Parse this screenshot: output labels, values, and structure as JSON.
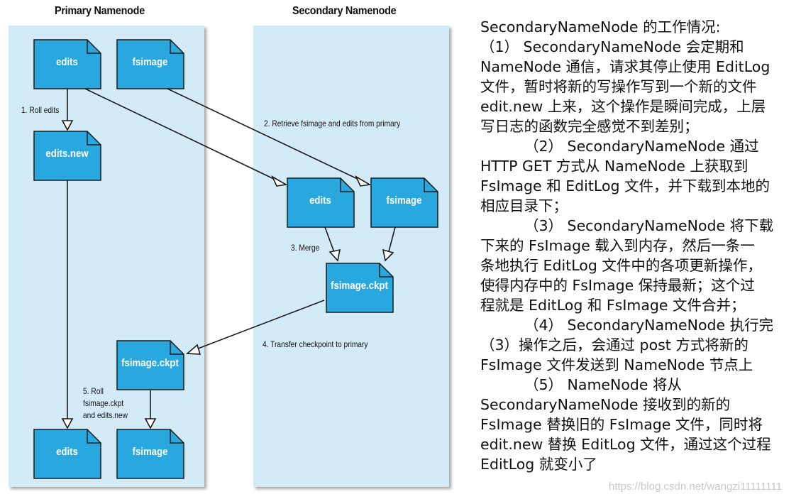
{
  "diagram": {
    "primary_title": "Primary Namenode",
    "secondary_title": "Secondary Namenode",
    "files": {
      "edits": "edits",
      "fsimage": "fsimage",
      "edits_new": "edits.new",
      "sec_edits": "edits",
      "sec_fsimage": "fsimage",
      "sec_ckpt": "fsimage.ckpt",
      "prim_ckpt": "fsimage.ckpt",
      "final_edits": "edits",
      "final_fsimage": "fsimage"
    },
    "steps": {
      "roll_edits": "1. Roll edits",
      "retrieve": "2. Retrieve fsimage and edits from primary",
      "merge": "3. Merge",
      "transfer": "4. Transfer checkpoint to primary",
      "roll_ckpt_1": "5. Roll",
      "roll_ckpt_2": "fsimage.ckpt",
      "roll_ckpt_3": "and edits.new"
    },
    "colors": {
      "file_fill": "#29a8e0",
      "panel_fill": "#d3ebf6"
    }
  },
  "description": {
    "lines": [
      "SecondaryNameNode 的工作情况:",
      "（1） SecondaryNameNode 会定期和",
      "NameNode 通信，请求其停止使用 EditLog",
      "文件，暂时将新的写操作写到一个新的文件",
      "edit.new 上来，这个操作是瞬间完成，上层",
      "写日志的函数完全感觉不到差别；",
      "（2） SecondaryNameNode 通过",
      "HTTP GET 方式从 NameNode 上获取到",
      "FsImage 和 EditLog 文件，并下载到本地的",
      "相应目录下；",
      "（3） SecondaryNameNode 将下载",
      "下来的 FsImage 载入到内存，然后一条一",
      "条地执行 EditLog 文件中的各项更新操作，",
      "使得内存中的 FsImage 保持最新；这个过",
      "程就是 EditLog 和 FsImage 文件合并；",
      "（4） SecondaryNameNode 执行完",
      "（3）操作之后，会通过 post 方式将新的",
      "FsImage 文件发送到 NameNode 节点上",
      "（5） NameNode 将从",
      "SecondaryNameNode 接收到的新的",
      "FsImage 替换旧的 FsImage 文件，同时将",
      "edit.new 替换 EditLog 文件，通过这个过程",
      "EditLog 就变小了"
    ]
  },
  "watermark": "https://blog.csdn.net/wangzi11111111"
}
